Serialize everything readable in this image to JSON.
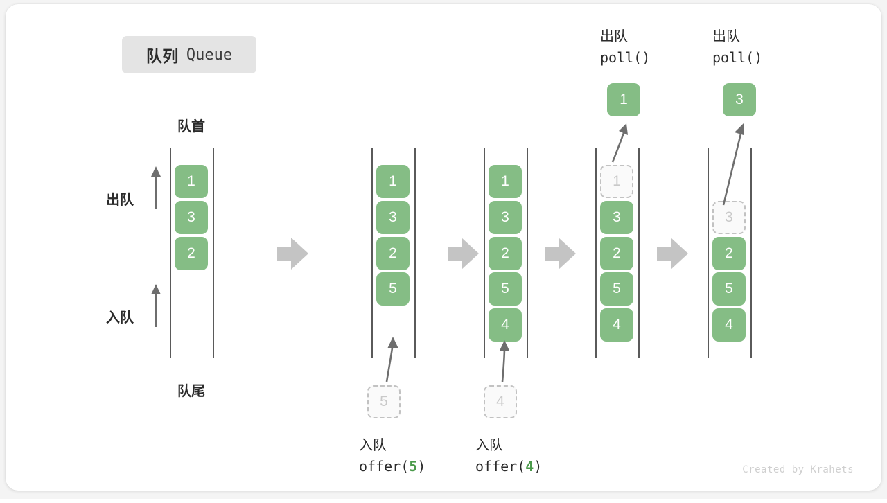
{
  "title": {
    "cn": "队列",
    "en": "Queue"
  },
  "labels": {
    "front": "队首",
    "rear": "队尾",
    "dequeue_side": "出队",
    "enqueue_side": "入队"
  },
  "operations": [
    {
      "id": "offer-5",
      "cn": "入队",
      "fn_prefix": "offer(",
      "fn_value": "5",
      "fn_suffix": ")",
      "ghost_value": "5"
    },
    {
      "id": "offer-4",
      "cn": "入队",
      "fn_prefix": "offer(",
      "fn_value": "4",
      "fn_suffix": ")",
      "ghost_value": "4"
    },
    {
      "id": "poll-1",
      "cn": "出队",
      "fn_prefix": "poll(",
      "fn_value": "",
      "fn_suffix": ")",
      "popped_value": "1"
    },
    {
      "id": "poll-3",
      "cn": "出队",
      "fn_prefix": "poll(",
      "fn_value": "",
      "fn_suffix": ")",
      "popped_value": "3"
    }
  ],
  "queues": [
    {
      "id": "queue-initial",
      "items": [
        {
          "value": "1",
          "state": "filled"
        },
        {
          "value": "3",
          "state": "filled"
        },
        {
          "value": "2",
          "state": "filled"
        }
      ]
    },
    {
      "id": "queue-after-offer-5",
      "items": [
        {
          "value": "1",
          "state": "filled"
        },
        {
          "value": "3",
          "state": "filled"
        },
        {
          "value": "2",
          "state": "filled"
        },
        {
          "value": "5",
          "state": "filled"
        }
      ]
    },
    {
      "id": "queue-after-offer-4",
      "items": [
        {
          "value": "1",
          "state": "filled"
        },
        {
          "value": "3",
          "state": "filled"
        },
        {
          "value": "2",
          "state": "filled"
        },
        {
          "value": "5",
          "state": "filled"
        },
        {
          "value": "4",
          "state": "filled"
        }
      ]
    },
    {
      "id": "queue-after-poll-1",
      "items": [
        {
          "value": "1",
          "state": "ghost"
        },
        {
          "value": "3",
          "state": "filled"
        },
        {
          "value": "2",
          "state": "filled"
        },
        {
          "value": "5",
          "state": "filled"
        },
        {
          "value": "4",
          "state": "filled"
        }
      ]
    },
    {
      "id": "queue-after-poll-3",
      "items": [
        {
          "value": "",
          "state": "empty"
        },
        {
          "value": "3",
          "state": "ghost"
        },
        {
          "value": "2",
          "state": "filled"
        },
        {
          "value": "5",
          "state": "filled"
        },
        {
          "value": "4",
          "state": "filled"
        }
      ]
    }
  ],
  "colors": {
    "element_fill": "#85bd85",
    "element_text": "#ffffff",
    "ghost_border": "#c2c2c2",
    "ghost_fill": "#fafafa",
    "ghost_text": "#c9c9c9",
    "rail": "#5a5a5a",
    "flow_arrow": "#c4c4c4",
    "thin_arrow": "#6e6e6e",
    "badge_bg": "#e4e4e4",
    "accent_green_text": "#4a9a4a"
  },
  "watermark": "Created by Krahets"
}
